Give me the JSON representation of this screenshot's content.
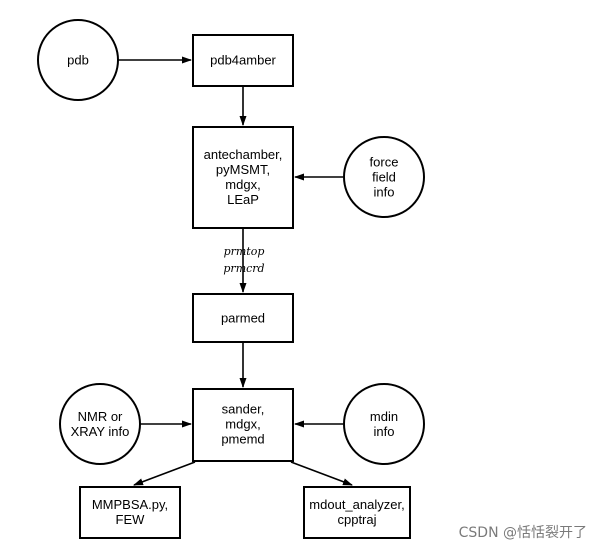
{
  "nodes": {
    "pdb": {
      "lines": [
        "pdb"
      ]
    },
    "pdb4amber": {
      "lines": [
        "pdb4amber"
      ]
    },
    "antechamber": {
      "lines": [
        "antechamber,",
        "pyMSMT,",
        "mdgx,",
        "LEaP"
      ]
    },
    "force_field": {
      "lines": [
        "force",
        "field",
        "info"
      ]
    },
    "parmed": {
      "lines": [
        "parmed"
      ]
    },
    "nmr": {
      "lines": [
        "NMR or",
        "XRAY info"
      ]
    },
    "sander": {
      "lines": [
        "sander,",
        "mdgx,",
        "pmemd"
      ]
    },
    "mdin": {
      "lines": [
        "mdin",
        "info"
      ]
    },
    "mmpbsa": {
      "lines": [
        "MMPBSA.py,",
        "FEW"
      ]
    },
    "mdout": {
      "lines": [
        "mdout_analyzer,",
        "cpptraj"
      ]
    }
  },
  "edge_labels": {
    "prmtop": "prmtop",
    "prmcrd": "prmcrd"
  },
  "watermark": "CSDN @恬恬裂开了"
}
